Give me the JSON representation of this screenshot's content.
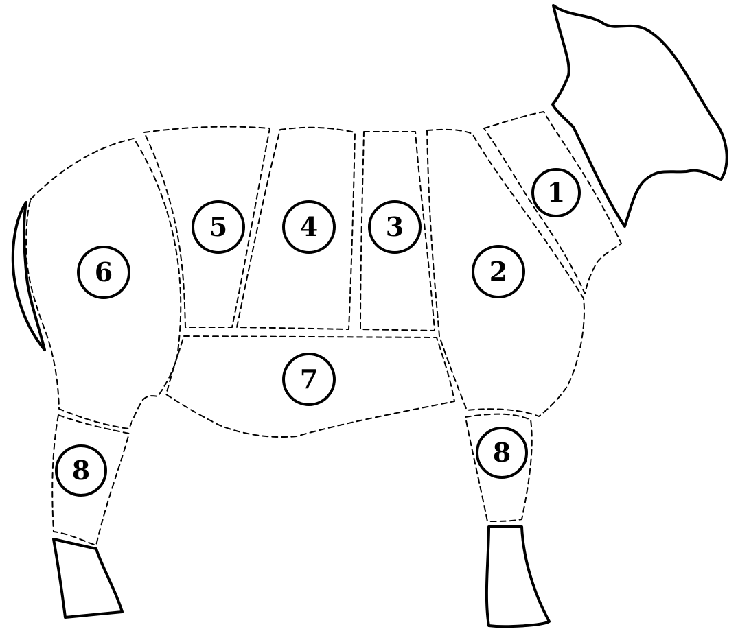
{
  "diagram": {
    "cuts": [
      {
        "label": "1"
      },
      {
        "label": "2"
      },
      {
        "label": "3"
      },
      {
        "label": "4"
      },
      {
        "label": "5"
      },
      {
        "label": "6"
      },
      {
        "label": "7"
      },
      {
        "label": "8"
      },
      {
        "label": "8"
      }
    ]
  }
}
